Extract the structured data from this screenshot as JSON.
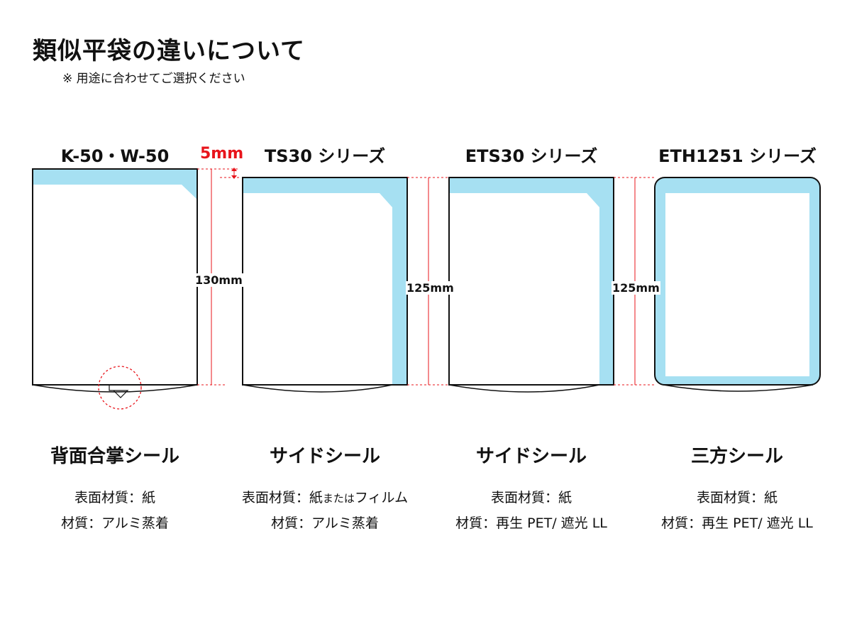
{
  "header": {
    "title": "類似平袋の違いについて",
    "note": "※ 用途に合わせてご選択ください"
  },
  "dimension_5mm": "5mm",
  "colors": {
    "seal_band": "#a6e0f2",
    "outline": "#111111",
    "dimension": "#e8141b"
  },
  "bags": [
    {
      "name": "K-50・W-50",
      "height": "130mm",
      "seal": "背面合掌シール",
      "surface_label": "表面材質：紙",
      "surface_extra": "",
      "material": "材質：アルミ蒸着"
    },
    {
      "name": "TS30 シリーズ",
      "height": "125mm",
      "seal": "サイドシール",
      "surface_label": "表面材質：紙",
      "surface_extra": "または",
      "surface_tail": "フィルム",
      "material": "材質：アルミ蒸着"
    },
    {
      "name": "ETS30 シリーズ",
      "height": "125mm",
      "seal": "サイドシール",
      "surface_label": "表面材質：紙",
      "surface_extra": "",
      "material": "材質：再生 PET/ 遮光 LL"
    },
    {
      "name": "ETH1251 シリーズ",
      "height": "125mm",
      "seal": "三方シール",
      "surface_label": "表面材質：紙",
      "surface_extra": "",
      "material": "材質：再生 PET/ 遮光 LL"
    }
  ]
}
